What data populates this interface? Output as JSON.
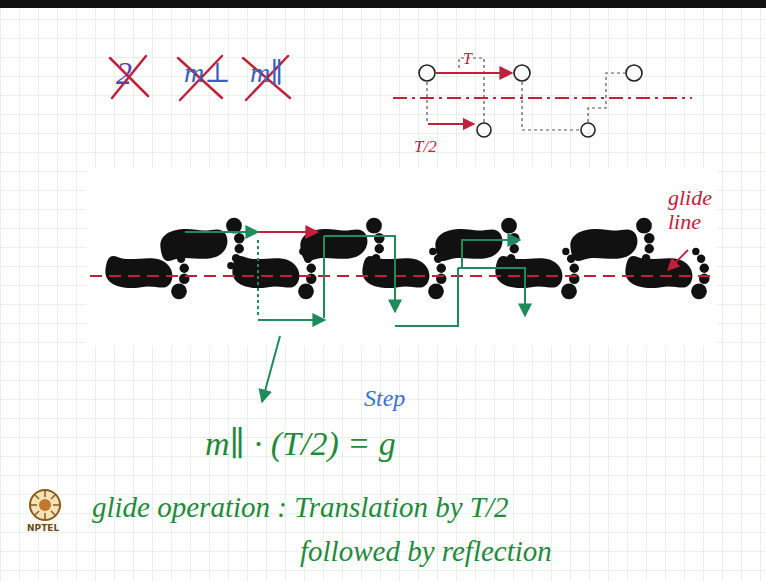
{
  "diagram": {
    "labels": [
      "2",
      "m⊥",
      "m∥",
      "T",
      "T/2",
      "glide line",
      "Step",
      "m∥ · (T/2) = g",
      "glide operation : Translation by T/2",
      "followed by reflection",
      "NPTEL"
    ]
  }
}
